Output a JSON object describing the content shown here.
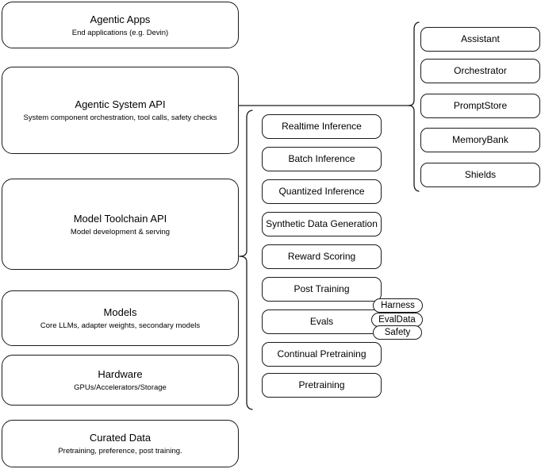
{
  "diagram": {
    "title": "Agentic stack layered architecture",
    "stroke_color": "#1a1a1a",
    "background_color": "#ffffff"
  },
  "left_stack": {
    "name": "layer-stack",
    "layers": [
      {
        "title": "Agentic Apps",
        "subtitle": "End applications (e.g. Devin)"
      },
      {
        "title": "Agentic System API",
        "subtitle": "System component orchestration, tool calls, safety checks"
      },
      {
        "title": "Model Toolchain API",
        "subtitle": "Model development & serving"
      },
      {
        "title": "Models",
        "subtitle": "Core LLMs, adapter weights, secondary models"
      },
      {
        "title": "Hardware",
        "subtitle": "GPUs/Accelerators/Storage"
      },
      {
        "title": "Curated Data",
        "subtitle": "Pretraining, preference, post training."
      }
    ]
  },
  "middle_column": {
    "name": "model-toolchain-capabilities",
    "items": [
      {
        "label": "Realtime Inference"
      },
      {
        "label": "Batch Inference"
      },
      {
        "label": "Quantized Inference"
      },
      {
        "label": "Synthetic Data Generation"
      },
      {
        "label": "Reward Scoring"
      },
      {
        "label": "Post Training"
      },
      {
        "label": "Evals"
      },
      {
        "label": "Continual Pretraining"
      },
      {
        "label": "Pretraining"
      }
    ]
  },
  "right_column": {
    "name": "agentic-system-components",
    "items": [
      {
        "label": "Assistant"
      },
      {
        "label": "Orchestrator"
      },
      {
        "label": "PromptStore"
      },
      {
        "label": "MemoryBank"
      },
      {
        "label": "Shields"
      }
    ]
  },
  "evals_tags": {
    "name": "evals-subcomponents",
    "items": [
      {
        "label": "Harness"
      },
      {
        "label": "EvalData"
      },
      {
        "label": "Safety"
      }
    ]
  }
}
